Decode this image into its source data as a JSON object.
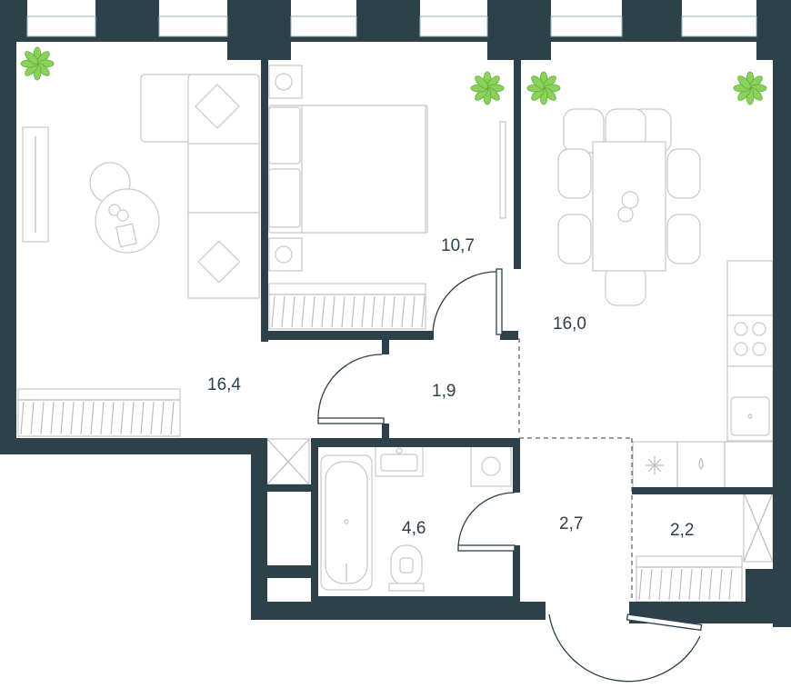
{
  "rooms": [
    {
      "id": "living",
      "area": "16,4"
    },
    {
      "id": "bedroom",
      "area": "10,7"
    },
    {
      "id": "kitchen",
      "area": "16,0"
    },
    {
      "id": "hall",
      "area": "1,9"
    },
    {
      "id": "bathroom",
      "area": "4,6"
    },
    {
      "id": "entrance",
      "area": "2,7"
    },
    {
      "id": "storage",
      "area": "2,2"
    }
  ],
  "colors": {
    "walls": "#2c4149",
    "furniture": "#c8c8c8",
    "plants": "#8bd15a",
    "background": "#ffffff"
  }
}
